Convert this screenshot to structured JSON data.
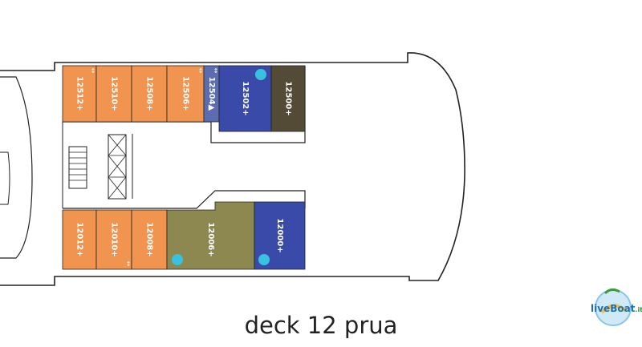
{
  "title": "deck 12 prua",
  "cabins": [
    {
      "id": "12512",
      "label": "12512+",
      "color": "#f0944f",
      "accessory": "↕",
      "dot": false
    },
    {
      "id": "12510",
      "label": "12510+",
      "color": "#f0944f",
      "accessory": "",
      "dot": false
    },
    {
      "id": "12508",
      "label": "12508+",
      "color": "#f0944f",
      "accessory": "",
      "dot": false
    },
    {
      "id": "12506",
      "label": "12506+",
      "color": "#f0944f",
      "accessory": "↕",
      "dot": false
    },
    {
      "id": "12504",
      "label": "12504▲",
      "color": "#5b6db0",
      "accessory": "↕",
      "dot": false
    },
    {
      "id": "12502",
      "label": "12502+",
      "color": "#3a4aa8",
      "accessory": "",
      "dot": true
    },
    {
      "id": "12500",
      "label": "12500+",
      "color": "#544b36",
      "accessory": "",
      "dot": false
    },
    {
      "id": "12012",
      "label": "12012+",
      "color": "#f0944f",
      "accessory": "",
      "dot": false
    },
    {
      "id": "12010",
      "label": "12010+",
      "color": "#f0944f",
      "accessory": "↕",
      "dot": false
    },
    {
      "id": "12008",
      "label": "12008+",
      "color": "#f0944f",
      "accessory": "",
      "dot": false
    },
    {
      "id": "12006",
      "label": "12006+",
      "color": "#8c8850",
      "accessory": "",
      "dot": true
    },
    {
      "id": "12000",
      "label": "12000+",
      "color": "#3a4aa8",
      "accessory": "",
      "dot": true
    }
  ],
  "colors": {
    "outline": "#222222",
    "accessible_dot": "#39c2e0",
    "corridor_fill": "#ffffff"
  },
  "logo": {
    "brand": "liveBoat",
    "suffix": ".it"
  }
}
